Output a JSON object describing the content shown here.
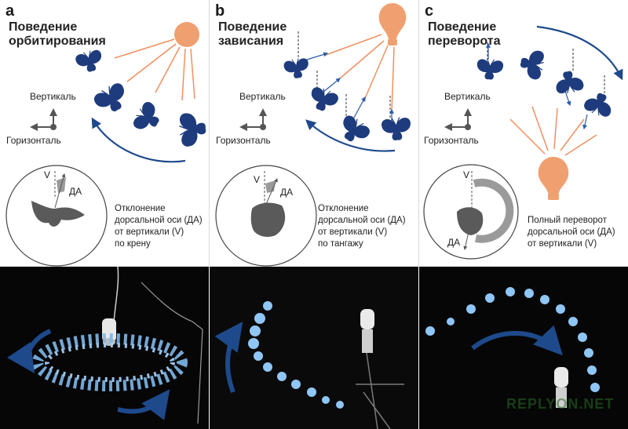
{
  "colors": {
    "moth": "#1e3c7d",
    "arrow": "#1e4a8c",
    "light_orange": "#f0a070",
    "ray": "#f09060",
    "grey_moth": "#5a5a5a",
    "highlight": "#9fd0ff"
  },
  "panels": [
    {
      "letter": "a",
      "title_lines": [
        "Поведение",
        "орбитирования"
      ],
      "vertical_label": "Вертикаль",
      "horizontal_label": "Горизонталь",
      "v_label": "V",
      "da_label": "ДА",
      "caption_lines": [
        "Отклонение",
        "дорсальной оси (ДА)",
        "от вертикали (V)",
        "по крену"
      ]
    },
    {
      "letter": "b",
      "title_lines": [
        "Поведение",
        "зависания"
      ],
      "vertical_label": "Вертикаль",
      "horizontal_label": "Горизонталь",
      "v_label": "V",
      "da_label": "ДА",
      "caption_lines": [
        "Отклонение",
        "дорсальной оси (ДА)",
        "от вертикали (V)",
        "по тангажу"
      ]
    },
    {
      "letter": "c",
      "title_lines": [
        "Поведение",
        "переворота"
      ],
      "vertical_label": "Вертикаль",
      "horizontal_label": "Горизонталь",
      "v_label": "V",
      "da_label": "ДА",
      "caption_lines": [
        "Полный переворот",
        "дорсальной оси (ДА)",
        "от вертикали (V)"
      ]
    }
  ],
  "watermark": "REPLYON.NET"
}
